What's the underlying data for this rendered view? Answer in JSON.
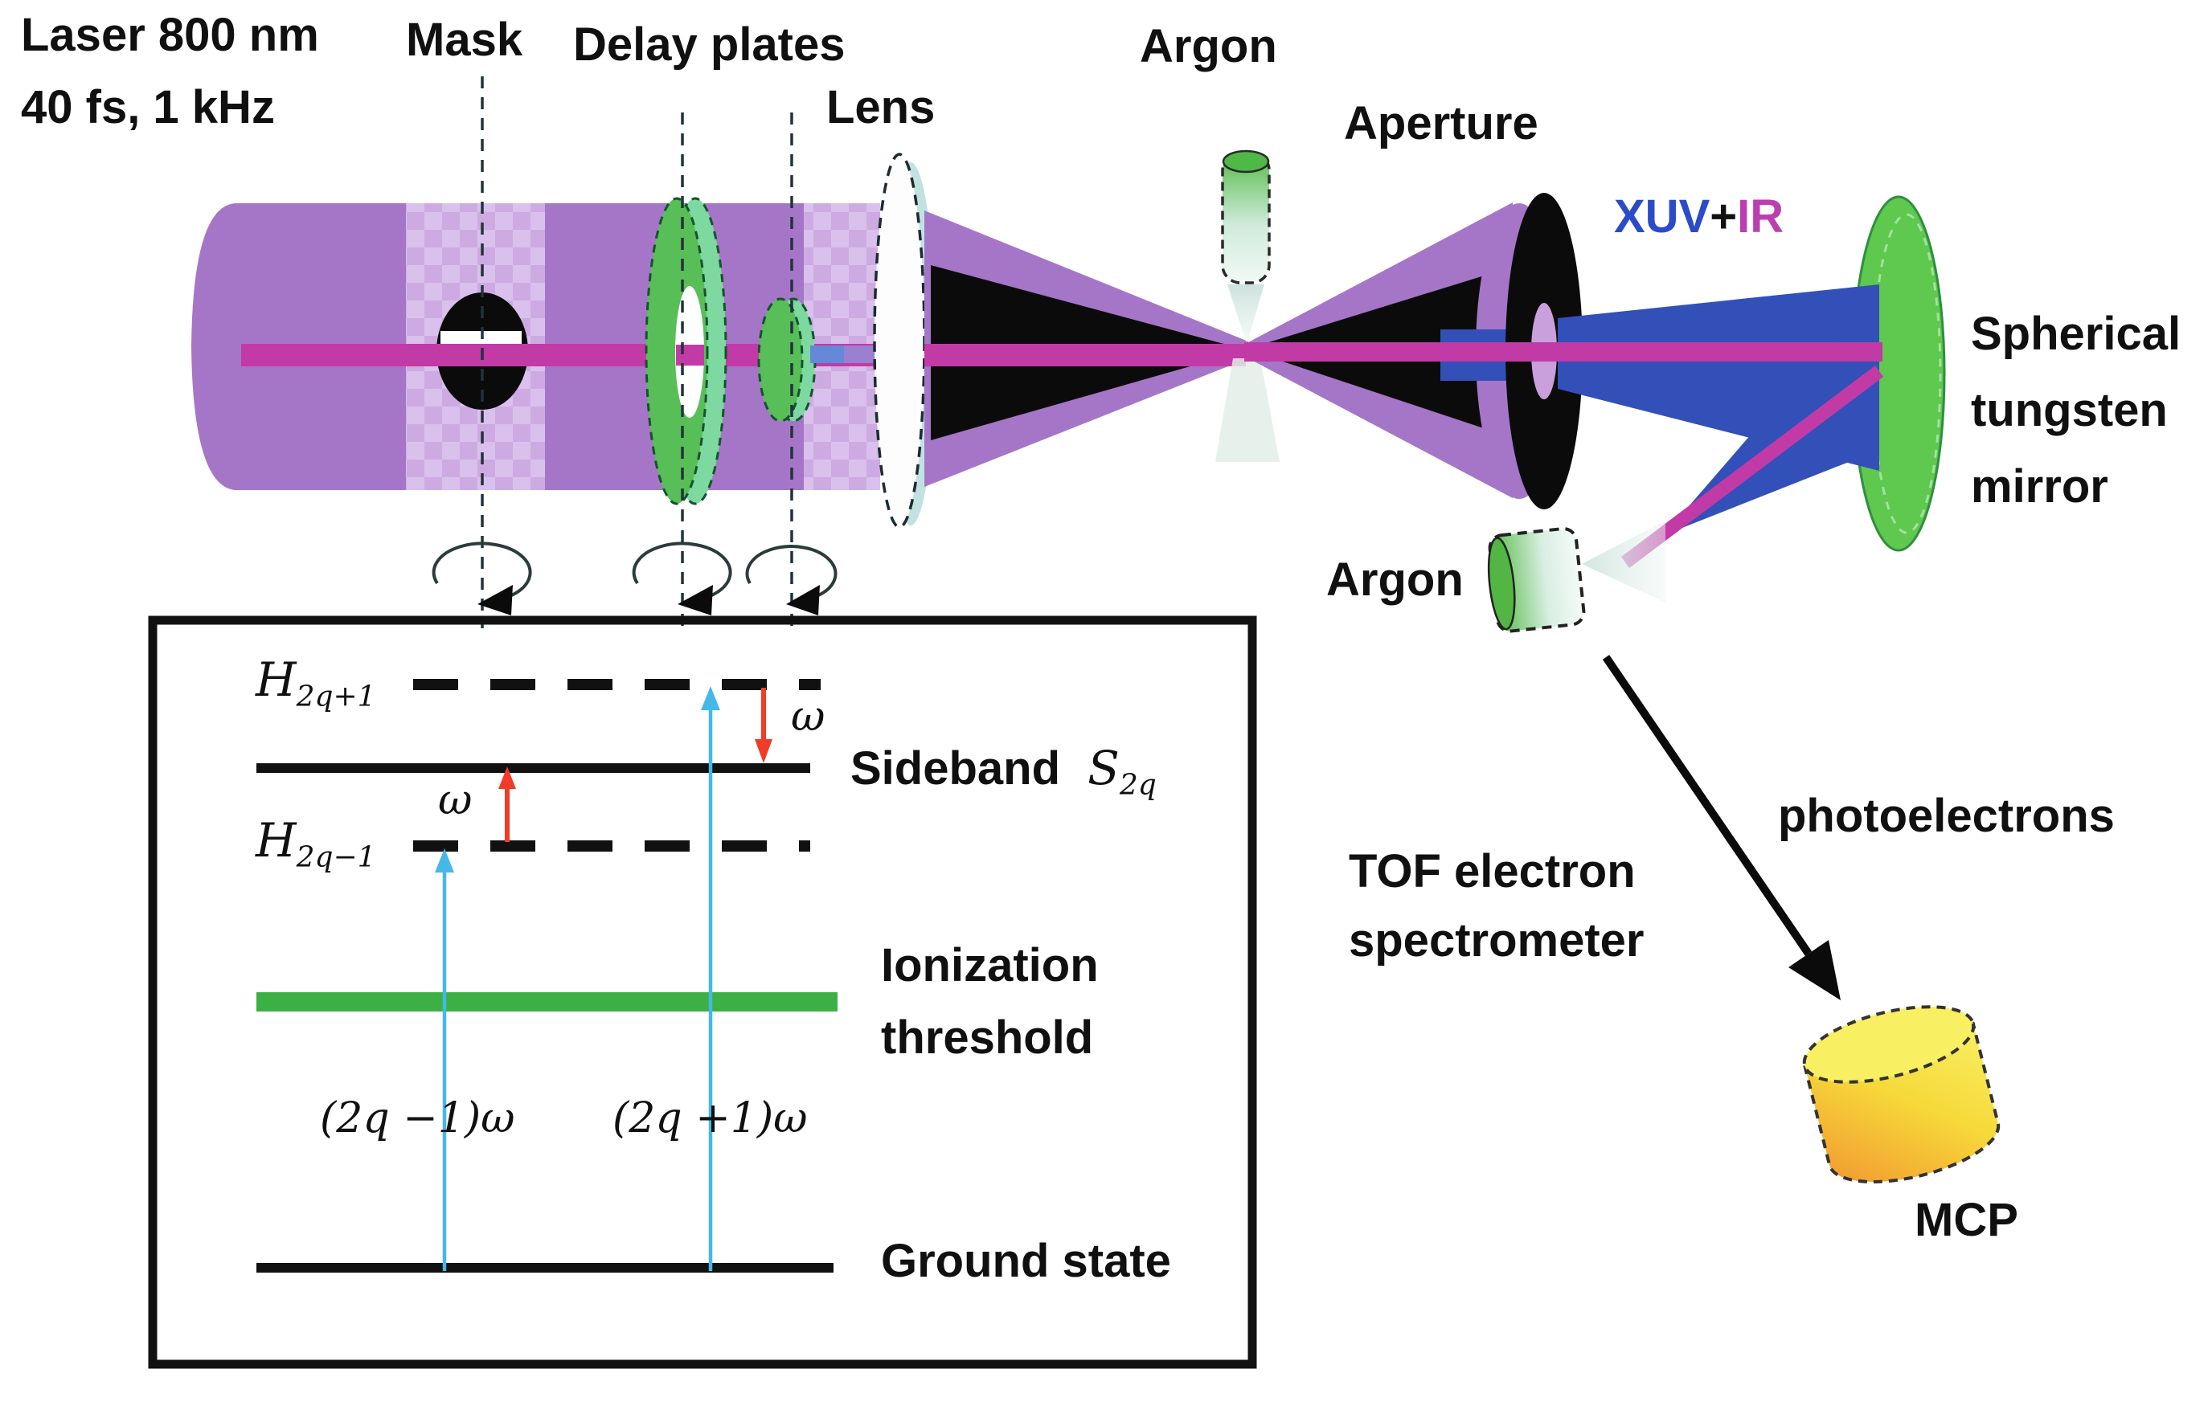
{
  "labels": {
    "laser_line1": "Laser 800 nm",
    "laser_line2": "40 fs, 1 kHz",
    "mask": "Mask",
    "delay_plates": "Delay plates",
    "lens": "Lens",
    "argon_top": "Argon",
    "aperture": "Aperture",
    "xuv": "XUV",
    "plus": "+",
    "ir": "IR",
    "mirror_line1": "Spherical",
    "mirror_line2": "tungsten",
    "mirror_line3": "mirror",
    "argon_bottom": "Argon",
    "tof_line1": "TOF electron",
    "tof_line2": "spectrometer",
    "photoelectrons": "photoelectrons",
    "mcp": "MCP"
  },
  "energy_diagram": {
    "h_upper_base": "H",
    "h_upper_sub": "2q+1",
    "h_lower_base": "H",
    "h_lower_sub": "2q−1",
    "omega_left": "ω",
    "omega_right": "ω",
    "sideband_text": "Sideband",
    "sideband_symbol": "S",
    "sideband_sub": "2q",
    "ionization_line1": "Ionization",
    "ionization_line2": "threshold",
    "transition_left": "(2q −1)ω",
    "transition_right": "(2q +1)ω",
    "ground_state": "Ground state"
  },
  "colors": {
    "beam_purple": "#a576c7",
    "beam_light_purple": "#cdabe2",
    "ir_magenta": "#c23aa5",
    "xuv_blue": "#3350b8",
    "optic_green": "#58be58",
    "mirror_green": "#5fc84f",
    "ionization_green": "#3cb043",
    "cyan_arrow": "#45b8e8",
    "red_arrow": "#f03c28",
    "mcp_yellow": "#f7e93c",
    "mcp_orange": "#f2952f"
  }
}
